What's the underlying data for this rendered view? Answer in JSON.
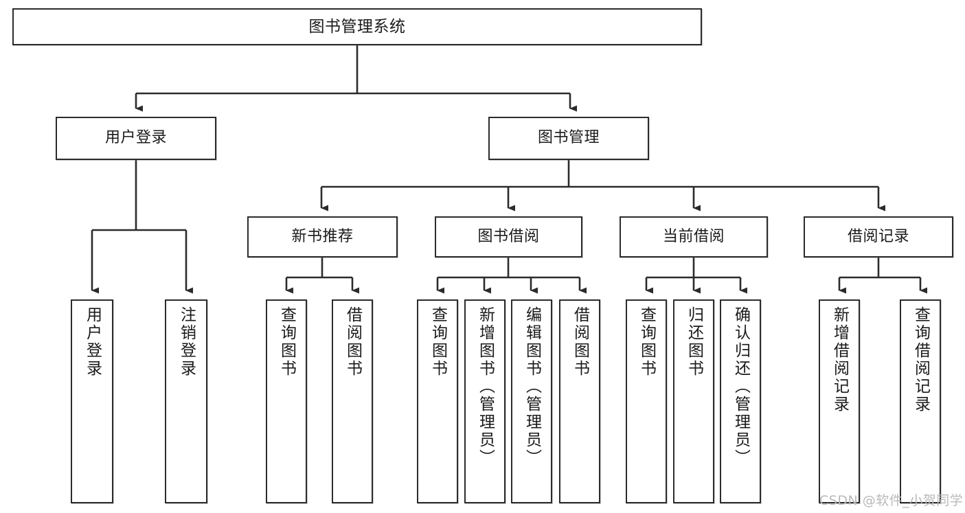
{
  "diagram": {
    "title": "图书管理系统",
    "type": "tree-hierarchy-chart",
    "orientation": "top-down",
    "colors": {
      "node_border": "#2b2b2b",
      "node_fill": "#ffffff",
      "edge": "#2b2b2b",
      "text": "#1a1a1a",
      "watermark": "#b9b9b9",
      "background": "#ffffff"
    },
    "nodes": {
      "root": {
        "id": "root",
        "label": "图书管理系统",
        "level": 0,
        "text_direction": "horizontal"
      },
      "level1": [
        {
          "id": "user-login",
          "label": "用户登录",
          "level": 1,
          "text_direction": "horizontal"
        },
        {
          "id": "book-manage",
          "label": "图书管理",
          "level": 1,
          "text_direction": "horizontal"
        }
      ],
      "level2": [
        {
          "id": "new-book-rec",
          "label": "新书推荐",
          "level": 2,
          "parent": "book-manage",
          "text_direction": "horizontal"
        },
        {
          "id": "book-borrow",
          "label": "图书借阅",
          "level": 2,
          "parent": "book-manage",
          "text_direction": "horizontal"
        },
        {
          "id": "current-borrow",
          "label": "当前借阅",
          "level": 2,
          "parent": "book-manage",
          "text_direction": "horizontal"
        },
        {
          "id": "borrow-record",
          "label": "借阅记录",
          "level": 2,
          "parent": "book-manage",
          "text_direction": "horizontal"
        }
      ],
      "leaves": [
        {
          "id": "leaf-user-login",
          "label": "用户登录",
          "parent": "user-login",
          "text_direction": "vertical"
        },
        {
          "id": "leaf-user-logout",
          "label": "注销登录",
          "parent": "user-login",
          "text_direction": "vertical"
        },
        {
          "id": "leaf-query-book-rec",
          "label": "查询图书",
          "parent": "new-book-rec",
          "text_direction": "vertical"
        },
        {
          "id": "leaf-borrow-book-rec",
          "label": "借阅图书",
          "parent": "new-book-rec",
          "text_direction": "vertical"
        },
        {
          "id": "leaf-query-book-bb",
          "label": "查询图书",
          "parent": "book-borrow",
          "text_direction": "vertical"
        },
        {
          "id": "leaf-add-book",
          "label": "新增图书（管理员）",
          "parent": "book-borrow",
          "text_direction": "vertical"
        },
        {
          "id": "leaf-edit-book",
          "label": "编辑图书（管理员）",
          "parent": "book-borrow",
          "text_direction": "vertical"
        },
        {
          "id": "leaf-borrow-book-bb",
          "label": "借阅图书",
          "parent": "book-borrow",
          "text_direction": "vertical"
        },
        {
          "id": "leaf-query-book-cb",
          "label": "查询图书",
          "parent": "current-borrow",
          "text_direction": "vertical"
        },
        {
          "id": "leaf-return-book",
          "label": "归还图书",
          "parent": "current-borrow",
          "text_direction": "vertical"
        },
        {
          "id": "leaf-confirm-return",
          "label": "确认归还（管理员）",
          "parent": "current-borrow",
          "text_direction": "vertical"
        },
        {
          "id": "leaf-add-record",
          "label": "新增借阅记录",
          "parent": "borrow-record",
          "text_direction": "vertical"
        },
        {
          "id": "leaf-query-record",
          "label": "查询借阅记录",
          "parent": "borrow-record",
          "text_direction": "vertical"
        }
      ]
    },
    "watermark": "CSDN @软件_小贺同学"
  }
}
